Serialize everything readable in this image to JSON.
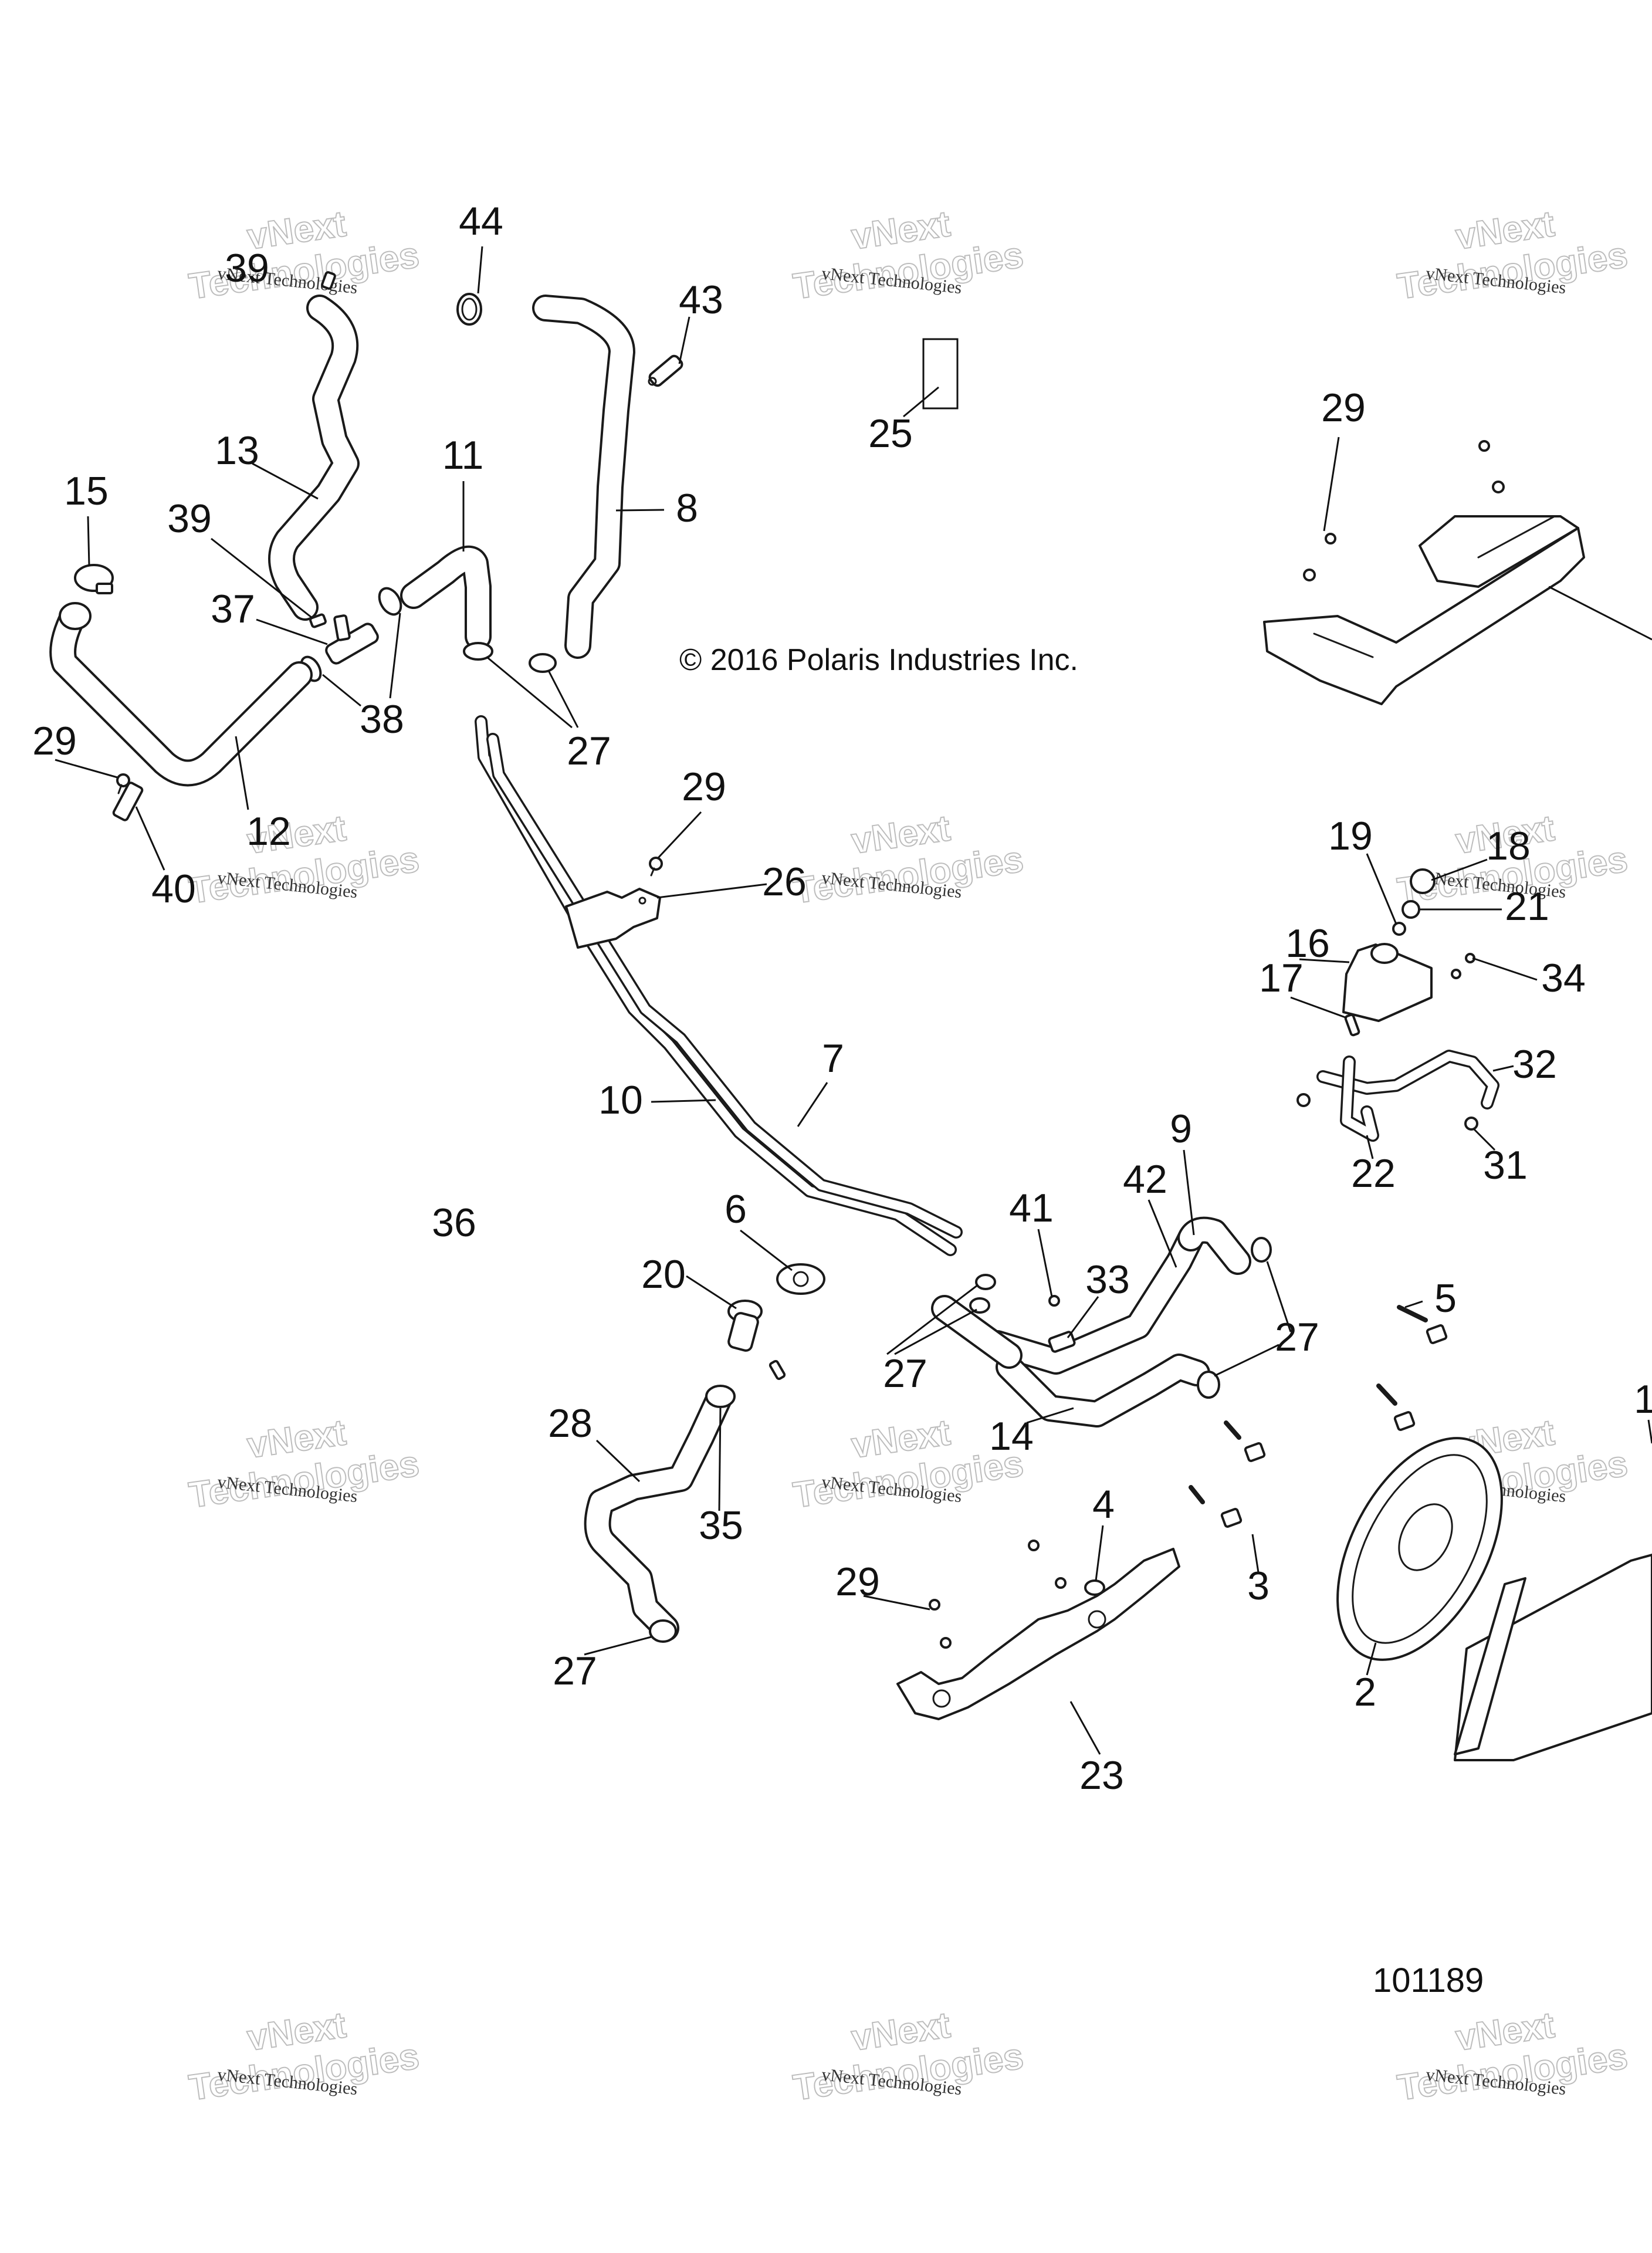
{
  "diagram": {
    "title": "Polaris exploded parts diagram - cooling system hoses, radiator and fan",
    "copyright": "© 2016 Polaris Industries Inc.",
    "reference_number": "101189",
    "watermark": {
      "line_small": "vNext Technologies",
      "line_big_1": "vNext",
      "line_big_2": "Technologies"
    },
    "callouts": [
      {
        "id": "c44",
        "label": "44"
      },
      {
        "id": "c39a",
        "label": "39"
      },
      {
        "id": "c43",
        "label": "43"
      },
      {
        "id": "c25",
        "label": "25"
      },
      {
        "id": "c29a",
        "label": "29"
      },
      {
        "id": "c13",
        "label": "13"
      },
      {
        "id": "c11",
        "label": "11"
      },
      {
        "id": "c8",
        "label": "8"
      },
      {
        "id": "c15",
        "label": "15"
      },
      {
        "id": "c39b",
        "label": "39"
      },
      {
        "id": "c37",
        "label": "37"
      },
      {
        "id": "c38",
        "label": "38"
      },
      {
        "id": "c27a",
        "label": "27"
      },
      {
        "id": "c29b",
        "label": "29"
      },
      {
        "id": "c12",
        "label": "12"
      },
      {
        "id": "c40",
        "label": "40"
      },
      {
        "id": "c29c",
        "label": "29"
      },
      {
        "id": "c26",
        "label": "26"
      },
      {
        "id": "c19",
        "label": "19"
      },
      {
        "id": "c18",
        "label": "18"
      },
      {
        "id": "c21",
        "label": "21"
      },
      {
        "id": "c16",
        "label": "16"
      },
      {
        "id": "c34",
        "label": "34"
      },
      {
        "id": "c17",
        "label": "17"
      },
      {
        "id": "c32",
        "label": "32"
      },
      {
        "id": "c22",
        "label": "22"
      },
      {
        "id": "c31",
        "label": "31"
      },
      {
        "id": "c7",
        "label": "7"
      },
      {
        "id": "c10",
        "label": "10"
      },
      {
        "id": "c9",
        "label": "9"
      },
      {
        "id": "c42",
        "label": "42"
      },
      {
        "id": "c41",
        "label": "41"
      },
      {
        "id": "c33",
        "label": "33"
      },
      {
        "id": "c36",
        "label": "36"
      },
      {
        "id": "c6",
        "label": "6"
      },
      {
        "id": "c20",
        "label": "20"
      },
      {
        "id": "c5",
        "label": "5"
      },
      {
        "id": "c27b",
        "label": "27"
      },
      {
        "id": "c27c",
        "label": "27"
      },
      {
        "id": "c14",
        "label": "14"
      },
      {
        "id": "c28",
        "label": "28"
      },
      {
        "id": "c35",
        "label": "35"
      },
      {
        "id": "c4",
        "label": "4"
      },
      {
        "id": "c3",
        "label": "3"
      },
      {
        "id": "c29d",
        "label": "29"
      },
      {
        "id": "c27d",
        "label": "27"
      },
      {
        "id": "c2",
        "label": "2"
      },
      {
        "id": "c23",
        "label": "23"
      },
      {
        "id": "c1",
        "label": "1"
      }
    ]
  }
}
